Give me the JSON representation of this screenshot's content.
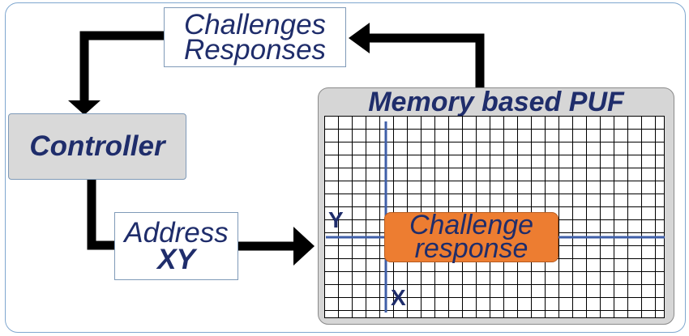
{
  "diagram": {
    "challenges_responses": {
      "line1": "Challenges",
      "line2": "Responses"
    },
    "controller": {
      "label": "Controller"
    },
    "address": {
      "line1": "Address",
      "line2": "XY"
    },
    "puf": {
      "title": "Memory based PUF",
      "y_axis_label": "Y",
      "x_axis_label": "X",
      "challenge_response": {
        "line1": "Challenge",
        "line2": "response"
      }
    },
    "colors": {
      "text": "#1f2d6b",
      "challenge_fill": "#ed7d31",
      "controller_fill": "#d9d9d9",
      "puf_fill": "#d6d6d6",
      "axis_line": "#3f5fa8",
      "frame_border": "#7fa7cf"
    }
  }
}
